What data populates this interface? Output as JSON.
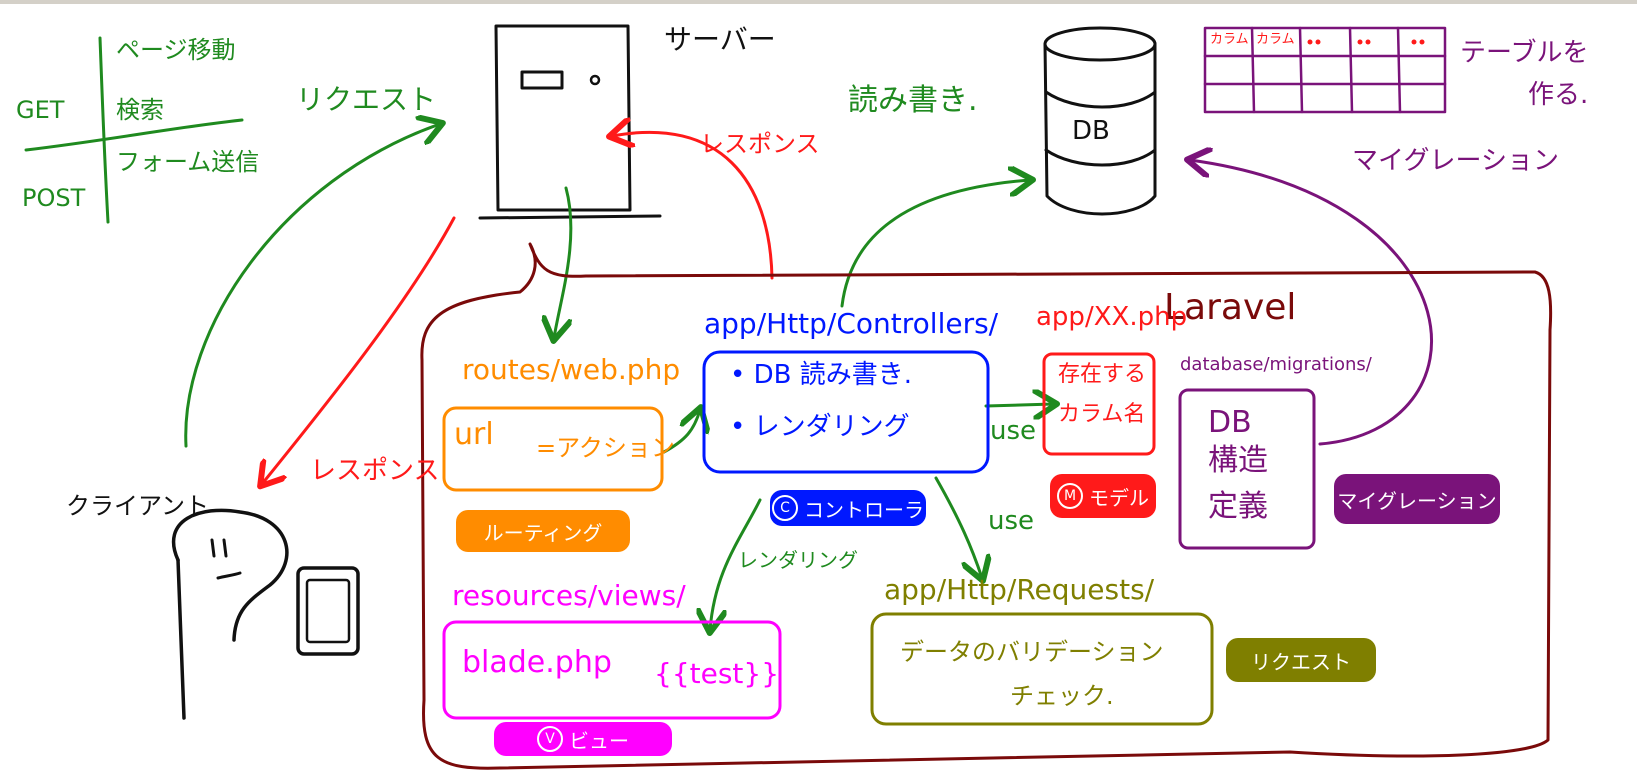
{
  "colors": {
    "green": "#1f8a1f",
    "red": "#ff1a1a",
    "blue": "#0018ff",
    "orange": "#ff8c00",
    "magenta": "#ff00ff",
    "olive": "#7f7f00",
    "purple": "#7a137a",
    "darkred": "#7a0a0a",
    "black": "#111111"
  },
  "method_table": {
    "get": "GET",
    "post": "POST",
    "get_items": [
      "ページ移動",
      "検索"
    ],
    "post_items": [
      "フォーム送信"
    ]
  },
  "labels": {
    "request_top": "リクエスト",
    "server": "サーバー",
    "response_top": "レスポンス",
    "readwrite": "読み書き.",
    "db": "DB",
    "table_headers": [
      "カラム",
      "カラム"
    ],
    "make_table_line1": "テーブルを",
    "make_table_line2": "作る.",
    "migration_top": "マイグレーション",
    "client": "クライアント",
    "response_left": "レスポンス",
    "laravel": "Laravel",
    "routes_path": "routes/web.php",
    "url": "url",
    "action": "=アクション",
    "controllers_path": "app/Http/Controllers/",
    "ctrl_item1": "• DB 読み書き.",
    "ctrl_item2": "• レンダリング",
    "model_path": "app/XX.php",
    "model_line1": "存在する",
    "model_line2": "カラム名",
    "migrations_path": "database/migrations/",
    "db_struct": [
      "DB",
      "構造",
      "定義"
    ],
    "use1": "use",
    "use2": "use",
    "rendering": "レンダリング",
    "views_path": "resources/views/",
    "blade": "blade.php",
    "test_tag": "{{test}}",
    "requests_path": "app/Http/Requests/",
    "req_line1": "データのバリデーション",
    "req_line2": "チェック."
  },
  "badges": {
    "routing": "ルーティング",
    "controller_letter": "C",
    "controller": "コントローラ",
    "model_letter": "M",
    "model": "モデル",
    "migration": "マイグレーション",
    "view_letter": "V",
    "view": "ビュー",
    "request": "リクエスト"
  }
}
